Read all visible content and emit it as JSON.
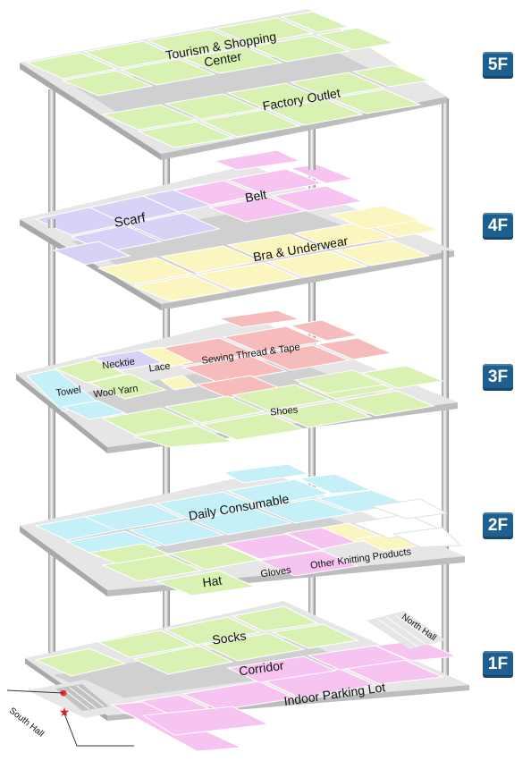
{
  "floors": [
    {
      "label": "5F",
      "labels": [
        "Tourism & Shopping",
        "Center",
        "Factory Outlet"
      ]
    },
    {
      "label": "4F",
      "labels": [
        "Scarf",
        "Belt",
        "Bra & Underwear"
      ]
    },
    {
      "label": "3F",
      "labels": [
        "Necktie",
        "Lace",
        "Sewing Thread & Tape",
        "Towel",
        "Wool Yarn",
        "Shoes"
      ]
    },
    {
      "label": "2F",
      "labels": [
        "Daily Consumable",
        "Hat",
        "Gloves",
        "Other Knitting Products"
      ]
    },
    {
      "label": "1F",
      "labels": [
        "Socks",
        "Corridor",
        "Indoor Parking Lot",
        "North Hall",
        "South Hall"
      ]
    }
  ],
  "colors": {
    "green": "#d9f2b4",
    "purple": "#d8d2f6",
    "pink": "#f7c3f0",
    "yellow": "#fbf6c0",
    "red": "#f6bcbc",
    "blue": "#c6f0f8",
    "white": "#ffffff",
    "corridor": "#d0d0d0",
    "slab_edge": "#bdbdbd",
    "badge": "#1f5f8f"
  }
}
